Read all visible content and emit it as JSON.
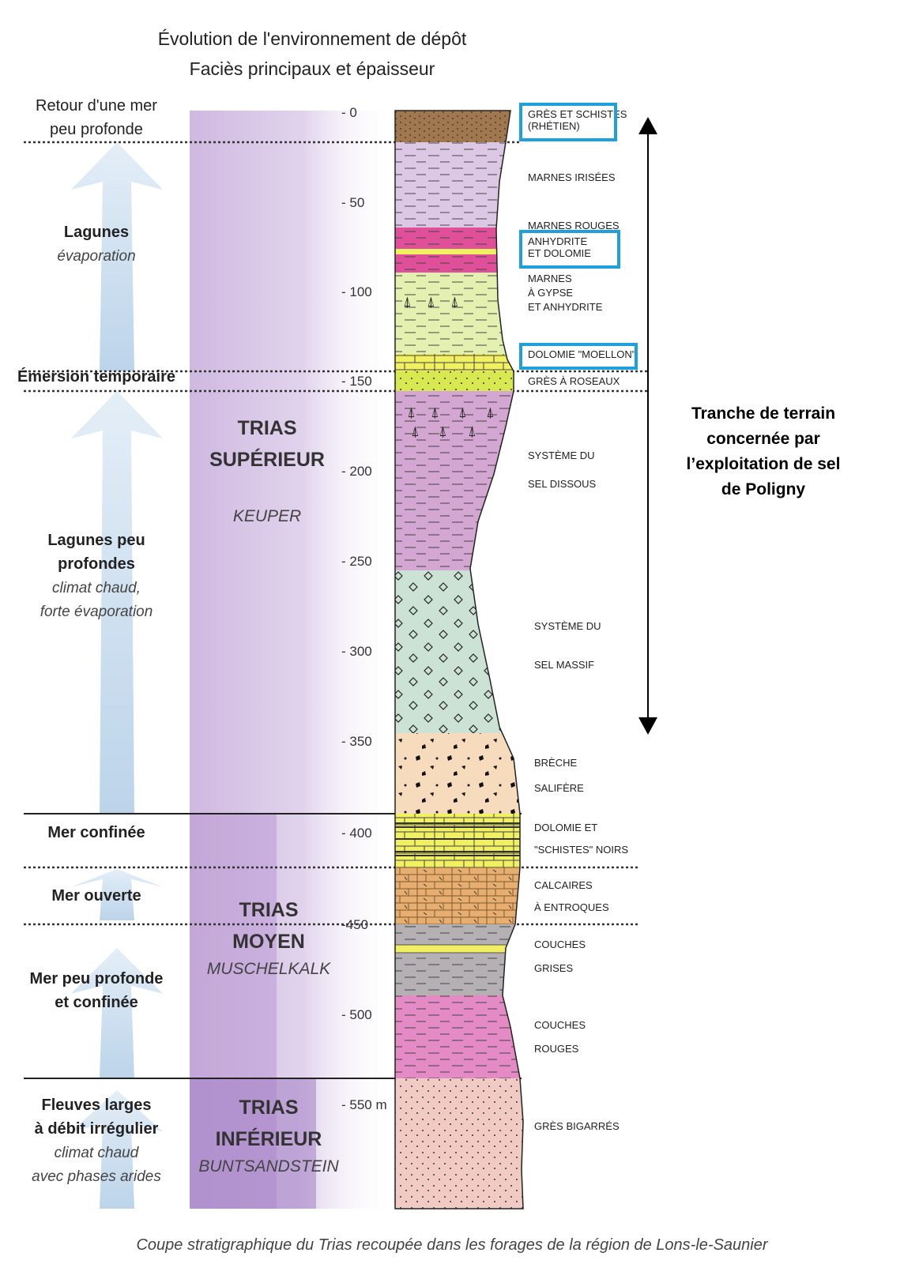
{
  "header": {
    "line1": "Évolution de l'environnement de dépôt",
    "line2": "Faciès principaux et épaisseur"
  },
  "environments": [
    {
      "lines": [
        {
          "t": "Retour d'une mer",
          "s": "normal"
        },
        {
          "t": "peu profonde",
          "s": "normal"
        }
      ]
    },
    {
      "lines": [
        {
          "t": "Lagunes",
          "s": "bold"
        },
        {
          "t": "évaporation",
          "s": "italic"
        }
      ]
    },
    {
      "lines": [
        {
          "t": "Émersion temporaire",
          "s": "bold"
        }
      ]
    },
    {
      "lines": [
        {
          "t": "Lagunes peu",
          "s": "bold"
        },
        {
          "t": "profondes",
          "s": "bold"
        },
        {
          "t": "climat chaud,",
          "s": "italic"
        },
        {
          "t": "forte évaporation",
          "s": "italic"
        }
      ]
    },
    {
      "lines": [
        {
          "t": "Mer confinée",
          "s": "bold"
        }
      ]
    },
    {
      "lines": [
        {
          "t": "Mer ouverte",
          "s": "bold"
        }
      ]
    },
    {
      "lines": [
        {
          "t": "Mer peu profonde",
          "s": "bold"
        },
        {
          "t": "et confinée",
          "s": "bold"
        }
      ]
    },
    {
      "lines": [
        {
          "t": "Fleuves larges",
          "s": "bold"
        },
        {
          "t": "à débit irrégulier",
          "s": "bold"
        },
        {
          "t": "climat chaud",
          "s": "italic"
        },
        {
          "t": "avec phases arides",
          "s": "italic"
        }
      ]
    }
  ],
  "periods": [
    {
      "lines": [
        "TRIAS",
        "SUPÉRIEUR"
      ],
      "name": "KEUPER"
    },
    {
      "lines": [
        "TRIAS",
        "MOYEN"
      ],
      "name": "MUSCHELKALK"
    },
    {
      "lines": [
        "TRIAS",
        "INFÉRIEUR"
      ],
      "name": "BUNTSANDSTEIN"
    }
  ],
  "depth_labels": [
    "- 0",
    "- 50",
    "- 100",
    "- 150",
    "- 200",
    "- 250",
    "- 300",
    "- 350",
    "- 400",
    "-450",
    "- 500",
    "- 550 m"
  ],
  "lithology_labels": [
    {
      "lines": [
        "GRÈS ET SCHISTES",
        "(RHÉTIEN)"
      ],
      "highlight": true
    },
    {
      "lines": [
        "MARNES IRISÉES"
      ],
      "highlight": false
    },
    {
      "lines": [
        "MARNES ROUGES"
      ],
      "highlight": false
    },
    {
      "lines": [
        "ANHYDRITE",
        "ET DOLOMIE"
      ],
      "highlight": true
    },
    {
      "lines": [
        "MARNES",
        "À GYPSE",
        "ET ANHYDRITE"
      ],
      "highlight": false
    },
    {
      "lines": [
        "DOLOMIE \"MOELLON\""
      ],
      "highlight": true
    },
    {
      "lines": [
        "GRÈS À ROSEAUX"
      ],
      "highlight": false
    },
    {
      "lines": [
        "SYSTÈME DU",
        "SEL DISSOUS"
      ],
      "highlight": false
    },
    {
      "lines": [
        "SYSTÈME DU",
        "SEL MASSIF"
      ],
      "highlight": false
    },
    {
      "lines": [
        "BRÈCHE",
        "SALIFÈRE"
      ],
      "highlight": false
    },
    {
      "lines": [
        "DOLOMIE ET",
        "\"SCHISTES\" NOIRS"
      ],
      "highlight": false
    },
    {
      "lines": [
        "CALCAIRES",
        "À ENTROQUES"
      ],
      "highlight": false
    },
    {
      "lines": [
        "COUCHES",
        "GRISES"
      ],
      "highlight": false
    },
    {
      "lines": [
        "COUCHES",
        "ROUGES"
      ],
      "highlight": false
    },
    {
      "lines": [
        "GRÈS BIGARRÉS"
      ],
      "highlight": false
    }
  ],
  "annotation": {
    "lines": [
      "Tranche de terrain",
      "concernée par",
      "l’exploitation de sel",
      "de Poligny"
    ]
  },
  "caption": "Coupe stratigraphique du Trias recoupée dans les forages de la région de Lons-le-Saunier",
  "colors": {
    "highlight_box": "#1ea0dc",
    "arrow_fill": "#c9dcec",
    "band": "#c3a8d8",
    "rhetien": "#a07850",
    "marnes_irisees": "#dcc8e4",
    "marnes_rouges": "#e0509a",
    "marnes_gypse": "#e4f0b0",
    "dolomie": "#f0f060",
    "gres_roseaux": "#d8e850",
    "sel_dissous": "#d4a6d2",
    "sel_massif": "#cce2d4",
    "breche": "#f6dcbc",
    "calcaires": "#e8ae70",
    "couches_grises": "#b4b0b4",
    "couches_rouges": "#e48ac4",
    "gres_bigarres": "#f2cac4"
  }
}
